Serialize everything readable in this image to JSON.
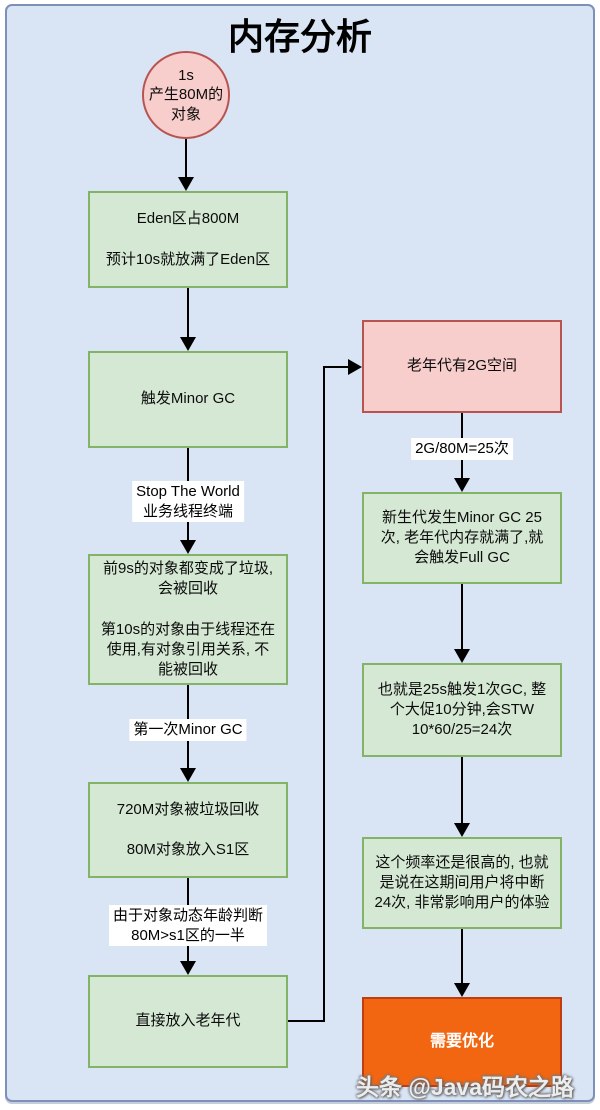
{
  "title": "内存分析",
  "watermark": "头条 @Java码农之路",
  "colors": {
    "canvas_bg": "#d9e4f5",
    "frame_border": "#7d91b8",
    "green_fill": "#d5e8d4",
    "green_border": "#82b366",
    "pink_fill": "#f8cecc",
    "pink_border": "#b85450",
    "orange_fill": "#f26611",
    "orange_border": "#bf3d10",
    "arrow_color": "#000000"
  },
  "nodes": {
    "start_circle": "1s\n产生80M的\n对象",
    "eden": "Eden区占800M\n\n预计10s就放满了Eden区",
    "trigger_minor_gc": "触发Minor GC",
    "gc_result": "前9s的对象都变成了垃圾,\n会被回收\n\n第10s的对象由于线程还在\n使用,有对象引用关系, 不\n能被回收",
    "after_collect": "720M对象被垃圾回收\n\n80M对象放入S1区",
    "to_old_gen": "直接放入老年代",
    "old_gen_space": "老年代有2G空间",
    "full_gc": "新生代发生Minor GC 25\n次, 老年代内存就满了,就\n会触发Full GC",
    "stw_calc": "也就是25s触发1次GC, 整\n个大促10分钟,会STW\n10*60/25=24次",
    "user_impact": "这个频率还是很高的, 也就\n是说在这期间用户将中断\n24次, 非常影响用户的体验",
    "need_optimize": "需要优化"
  },
  "edge_labels": {
    "stop_the_world": "Stop The World\n业务线程终端",
    "first_minor_gc": "第一次Minor GC",
    "dynamic_age": "由于对象动态年龄判断\n80M>s1区的一半",
    "calc_times": "2G/80M=25次"
  }
}
